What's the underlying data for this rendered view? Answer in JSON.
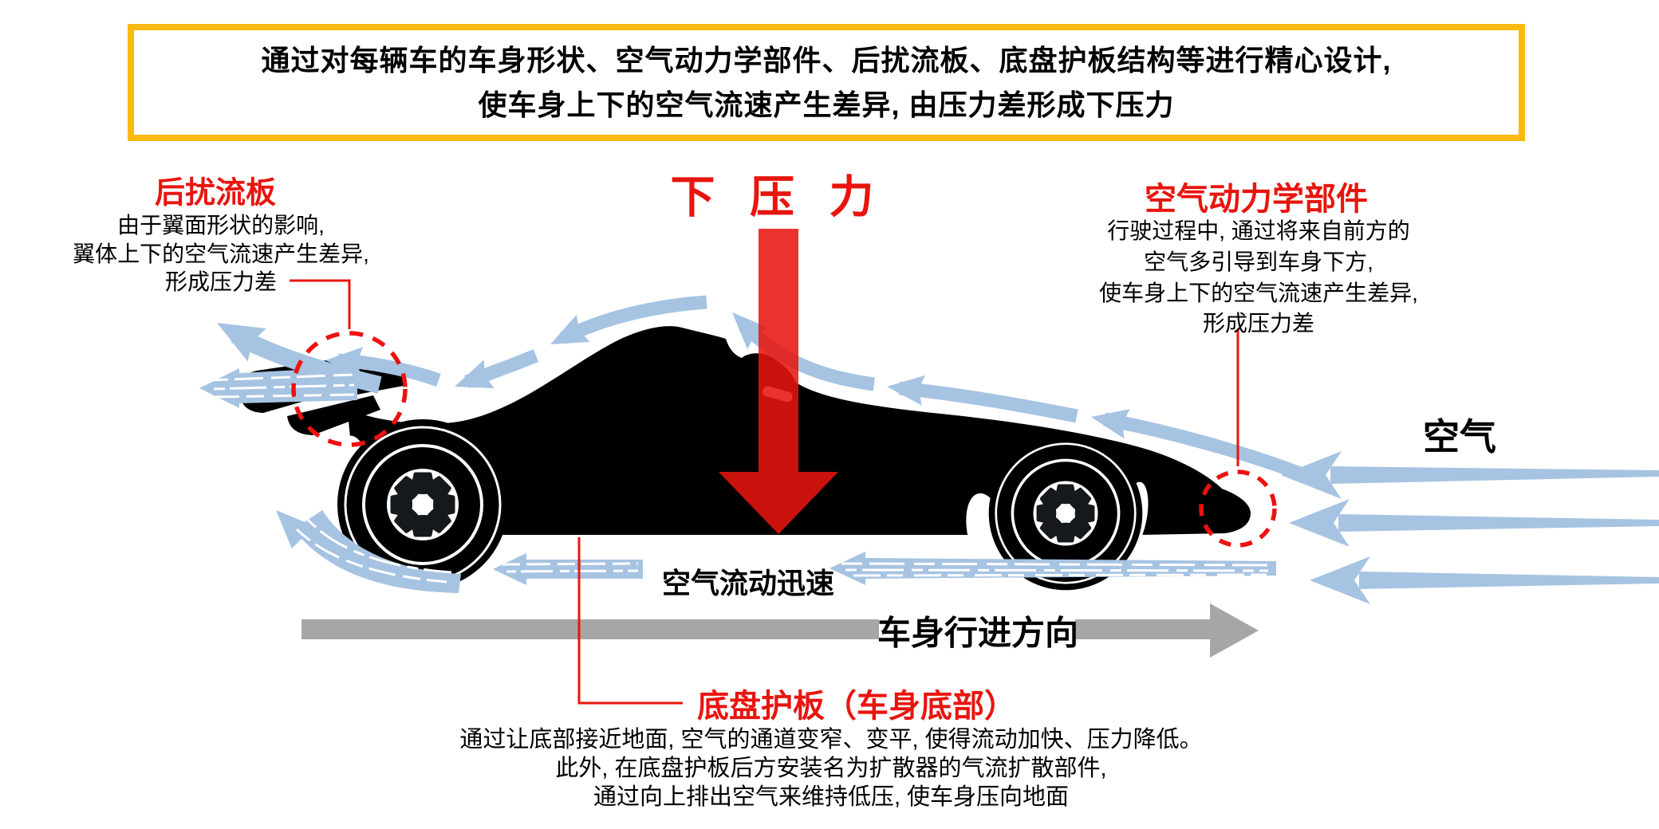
{
  "banner": {
    "line1": "通过对每辆车的车身形状、空气动力学部件、后扰流板、底盘护板结构等进行精心设计,",
    "line2": "使车身上下的空气流速产生差异, 由压力差形成下压力"
  },
  "downforce": {
    "title": "下 压 力"
  },
  "rear_spoiler": {
    "title": "后扰流板",
    "lines": [
      "由于翼面形状的影响,",
      "翼体上下的空气流速产生差异,",
      "形成压力差"
    ]
  },
  "aero_parts": {
    "title": "空气动力学部件",
    "lines": [
      "行驶过程中, 通过将来自前方的",
      "空气多引导到车身下方,",
      "使车身上下的空气流速产生差异,",
      "形成压力差"
    ]
  },
  "underbody": {
    "title": "底盘护板（车身底部）",
    "lines": [
      "通过让底部接近地面, 空气的通道变窄、变平, 使得流动加快、压力降低。",
      "此外, 在底盘护板后方安装名为扩散器的气流扩散部件,",
      "通过向上排出空气来维持低压, 使车身压向地面"
    ]
  },
  "labels": {
    "air": "空气",
    "fast_flow": "空气流动迅速",
    "travel_direction": "车身行进方向"
  },
  "colors": {
    "accent_red": "#e8150f",
    "flow_blue": "#a6c3e2",
    "banner_yellow": "#fbba12",
    "direction_gray": "#a6a6a6",
    "car_black": "#000000"
  }
}
